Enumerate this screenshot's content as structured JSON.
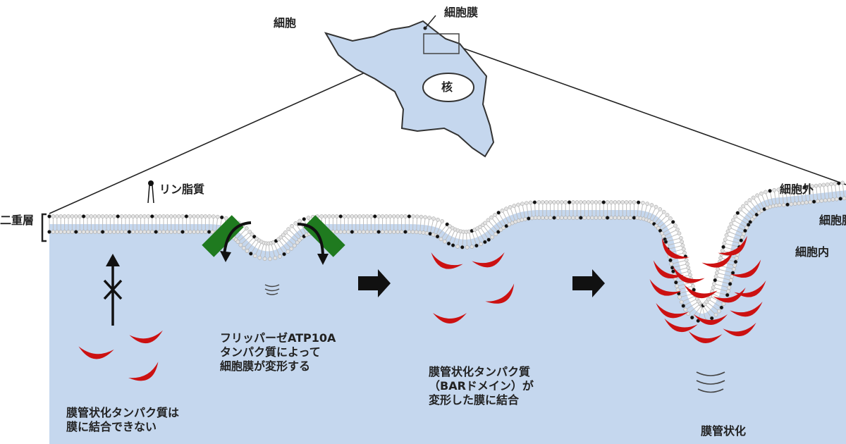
{
  "labels": {
    "cell": "細胞",
    "cell_membrane": "細胞膜",
    "nucleus": "核",
    "phospholipid": "リン脂質",
    "bilayer": "二重層",
    "outside_cell": "細胞外",
    "membrane_right": "細胞膜",
    "inside_cell": "細胞内",
    "step1_lines": [
      "膜管状化タンパク質は",
      "膜に結合できない"
    ],
    "step2_lines": [
      "フリッパーゼATP10A",
      "タンパク質によって",
      "細胞膜が変形する"
    ],
    "step3_lines": [
      "膜管状化タンパク質",
      "（BARドメイン）が",
      "変形した膜に結合"
    ],
    "tubulation": "膜管状化"
  },
  "colors": {
    "cytoplasm": "#c5d7ee",
    "cell_fill": "#c5d7ee",
    "membrane_head": "#e2e2e2",
    "membrane_dark_head": "#111111",
    "bar_protein": "#cc1111",
    "flippase": "#1f7a1f",
    "arrow": "#000000"
  }
}
